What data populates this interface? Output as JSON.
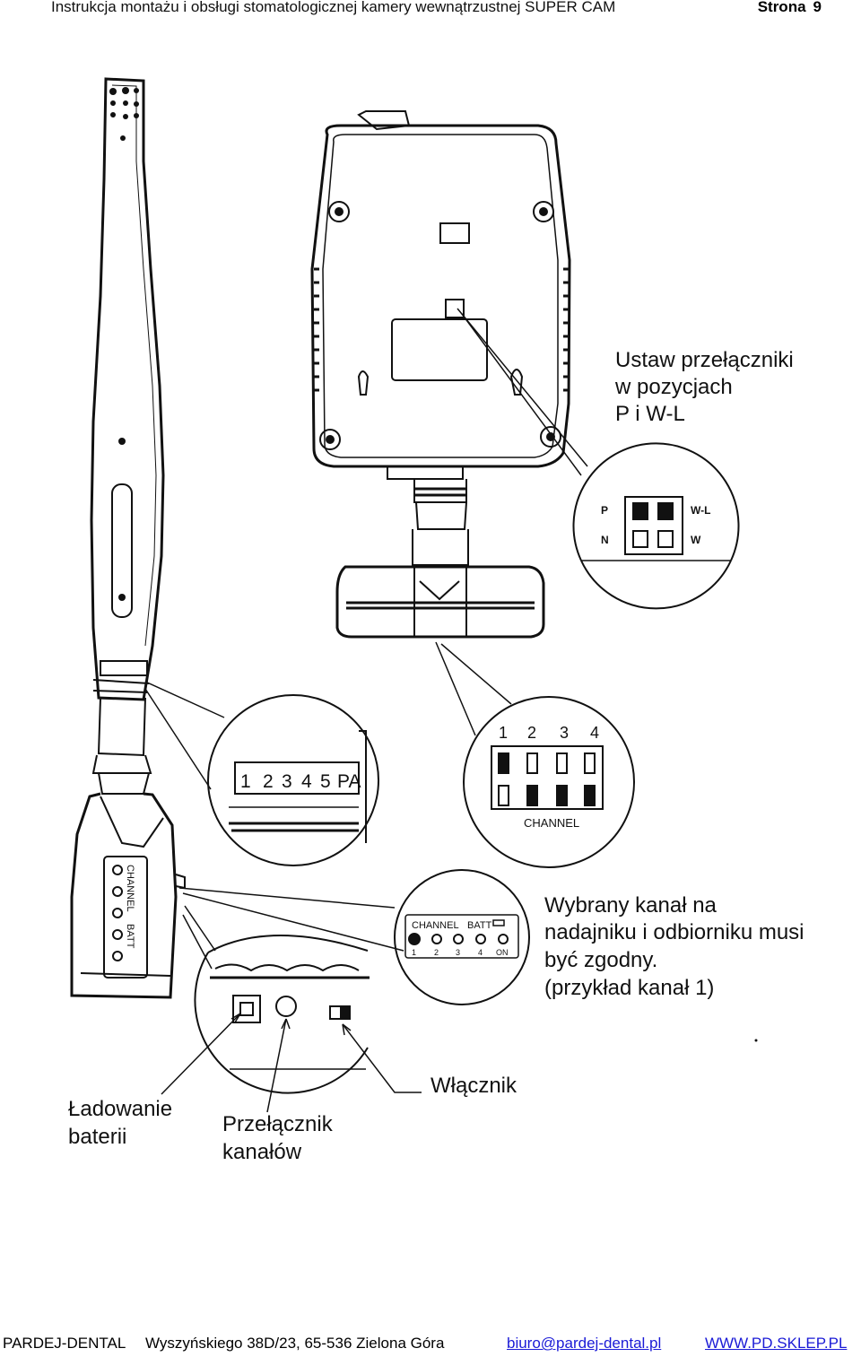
{
  "header": {
    "title": "Instrukcja montażu i obsługi stomatologicznej kamery wewnątrzustnej  SUPER CAM",
    "page_label": "Strona",
    "page_number": "9"
  },
  "annotations": {
    "switch_instruction": [
      "Ustaw przełączniki",
      "w pozycjach",
      "P i W-L"
    ],
    "channel_note": [
      "Wybrany kanał na",
      "nadajniku i odbiorniku musi",
      "być zgodny.",
      "(przykład kanał 1)"
    ],
    "power_switch": "Włącznik",
    "battery_charging": [
      "Ładowanie",
      "baterii"
    ],
    "channel_switch": [
      "Przełącznik",
      "kanałów"
    ]
  },
  "dip_switch_receiver": {
    "left_top": "P",
    "left_bottom": "N",
    "right_top": "W-L",
    "right_bottom": "W"
  },
  "dip_switch_channel": {
    "numbers": [
      "1",
      "2",
      "3",
      "4"
    ],
    "label": "CHANNEL"
  },
  "camera_strip": {
    "numbers": [
      "1",
      "2",
      "3",
      "4",
      "5"
    ],
    "suffix": "PA"
  },
  "panel": {
    "channel": "CHANNEL",
    "batt": "BATT",
    "numbers": [
      "1",
      "2",
      "3",
      "4"
    ],
    "on": "ON"
  },
  "handle_side": {
    "channel": "CHANNEL",
    "batt": "BATT"
  },
  "footer": {
    "company": "PARDEJ-DENTAL",
    "address": "Wyszyńskiego 38D/23,  65-536 Zielona Góra",
    "email": "biuro@pardej-dental.pl",
    "website": "WWW.PD.SKLEP.PL"
  }
}
